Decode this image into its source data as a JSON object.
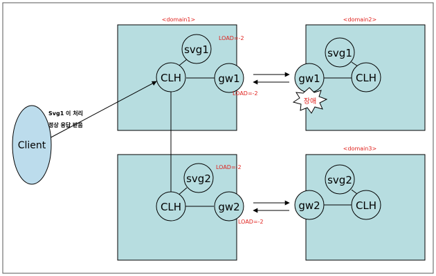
{
  "colors": {
    "domain_fill": "#b7dde0",
    "node_fill": "#b7dde0",
    "client_fill": "#bcdcec",
    "stroke": "#000000",
    "accent_red": "#e0201c",
    "fault_fill": "#ffffff"
  },
  "domains": {
    "domain1": "<domain1>",
    "domain2": "<domain2>",
    "domain3": "<domain3>"
  },
  "nodes": {
    "client": "Client",
    "d1_svg1": "svg1",
    "d1_clh": "CLH",
    "d1_gw1": "gw1",
    "d2_svg1": "svg1",
    "d2_gw1": "gw1",
    "d2_clh": "CLH",
    "d4_svg2": "svg2",
    "d4_clh": "CLH",
    "d4_gw2": "gw2",
    "d3_svg2": "svg2",
    "d3_gw2": "gw2",
    "d3_clh": "CLH"
  },
  "load_labels": {
    "d1_svg1": "LOAD=-2",
    "d1_gw1": "LOAD=-2",
    "d4_svg2": "LOAD=-2",
    "d4_gw2": "LOAD=-2"
  },
  "note": {
    "line1": "Svg1 이 처리",
    "line2": "정상 응답 받음"
  },
  "fault": {
    "label": "장애",
    "icon": "explosion-burst-icon"
  }
}
